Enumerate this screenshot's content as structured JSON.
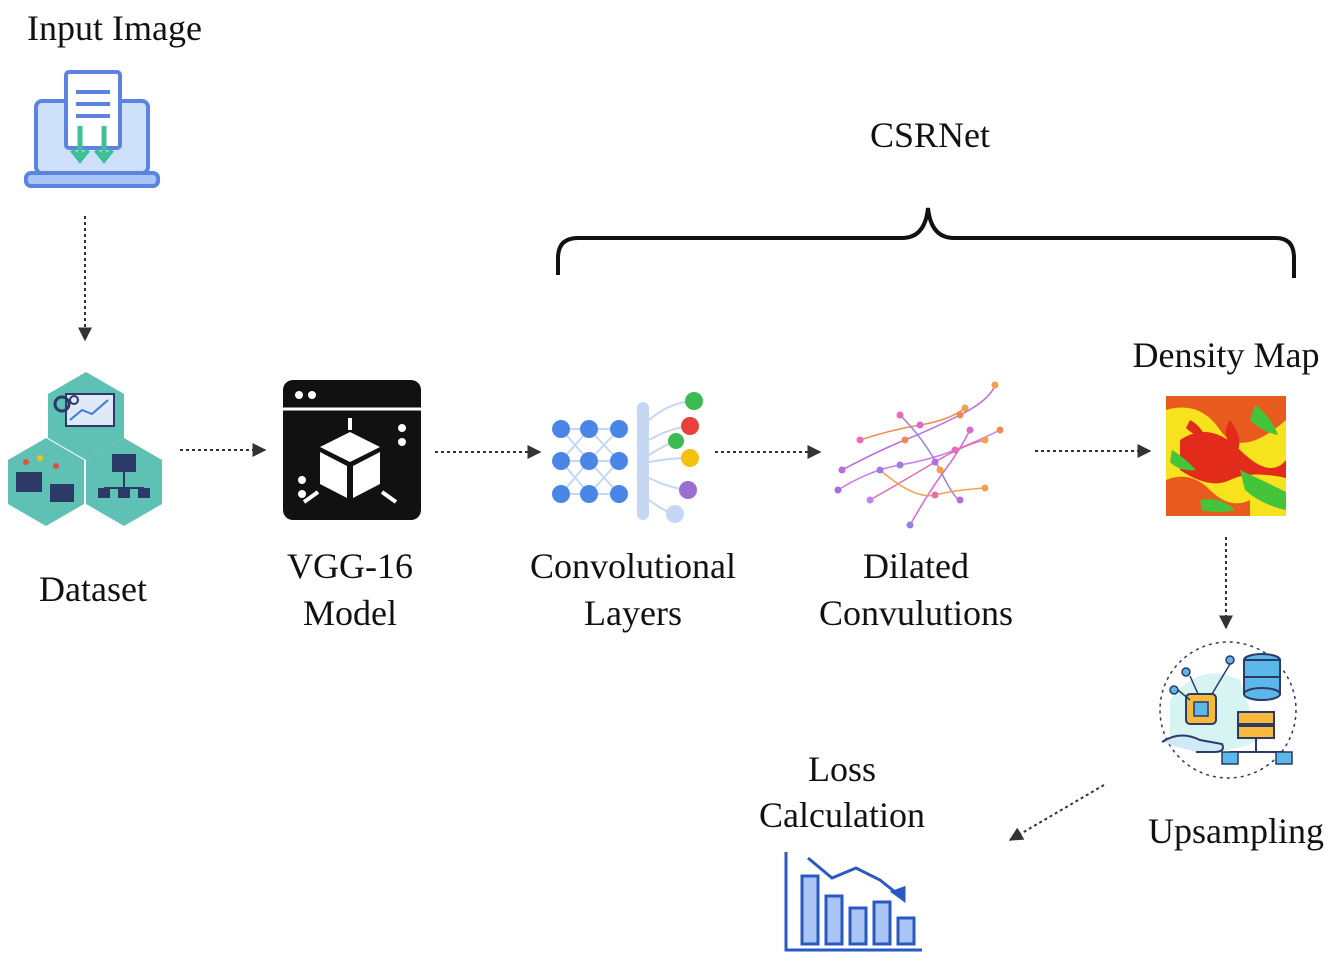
{
  "labels": {
    "input_image": "Input Image",
    "dataset": "Dataset",
    "vgg_line1": "VGG-16",
    "vgg_line2": "Model",
    "conv_line1": "Convolutional",
    "conv_line2": "Layers",
    "dilated_line1": "Dilated",
    "dilated_line2": "Convulutions",
    "density_map": "Density Map",
    "upsampling": "Upsampling",
    "loss_line1": "Loss",
    "loss_line2": "Calculation",
    "csrnet": "CSRNet"
  },
  "icons": {
    "input_image": "laptop-document-download-icon",
    "dataset": "hexagon-dataset-icon",
    "vgg": "ai-model-cube-window-icon",
    "conv": "neural-network-icon",
    "dilated": "dilated-network-graph-icon",
    "density_map": "heatmap-icon",
    "upsampling": "database-server-hand-icon",
    "loss": "declining-bar-chart-icon"
  },
  "colors": {
    "laptop_fill": "#a9c4f5",
    "laptop_stroke": "#5b83e0",
    "hexagon": "#5fc0b4",
    "vgg_icon": "#111111",
    "network_node": "#4a86e8",
    "arrow": "#333333",
    "heat_red": "#e32b1c",
    "heat_yellow": "#f6e21d",
    "heat_green": "#43c43a"
  }
}
